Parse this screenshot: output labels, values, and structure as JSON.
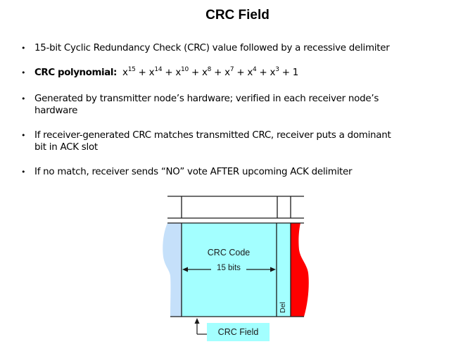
{
  "slide": {
    "title": "CRC Field",
    "bullets": [
      {
        "text": "15-bit Cyclic Redundancy Check (CRC) value followed by a recessive delimiter"
      },
      {
        "label": "CRC polynomial:",
        "polynomial_terms": [
          {
            "base": "x",
            "exp": "15"
          },
          {
            "base": "x",
            "exp": "14"
          },
          {
            "base": "x",
            "exp": "10"
          },
          {
            "base": "x",
            "exp": "8"
          },
          {
            "base": "x",
            "exp": "7"
          },
          {
            "base": "x",
            "exp": "4"
          },
          {
            "base": "x",
            "exp": "3"
          },
          {
            "base": "1",
            "exp": ""
          }
        ],
        "operator": "+"
      },
      {
        "line1": "Generated by transmitter node’s hardware; verified in each receiver node’s",
        "line2": "hardware"
      },
      {
        "line1": "If receiver-generated CRC matches transmitted CRC, receiver puts a dominant",
        "line2": "bit in ACK slot"
      },
      {
        "text": "If no match, receiver sends “NO” vote AFTER upcoming ACK delimiter"
      }
    ],
    "bullet_glyph": "•"
  },
  "diagram": {
    "crc_code_label": "CRC Code",
    "bits_label": "15 bits",
    "delimiter_label": "Del",
    "field_label": "CRC Field",
    "colors": {
      "crc_fill": "#a3ffff",
      "prev_field_fill": "#c5e0fa",
      "next_field_fill": "#ff0000",
      "line": "#1a1a1a"
    }
  }
}
